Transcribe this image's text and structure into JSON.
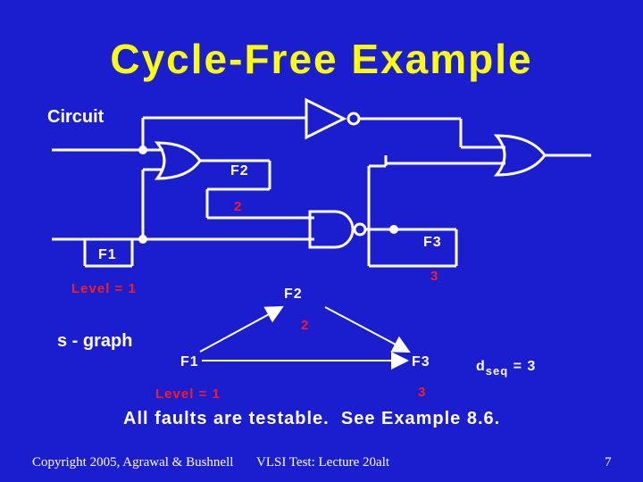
{
  "title": "Cycle-Free Example",
  "circuit_label": "Circuit",
  "circuit": {
    "ff_top": "F2",
    "ff_top_level": "2",
    "ff_left": "F1",
    "ff_right": "F3"
  },
  "sgraph": {
    "label": "s - graph",
    "level_note_top": "Level = 1",
    "node_top": "F2",
    "node_top_level": "2",
    "node_left": "F1",
    "node_right": "F3",
    "node_right_level_top": "3",
    "node_right_level_bottom": "3",
    "level_note_bottom": "Level = 1",
    "dseq_main": "d",
    "dseq_sub": "seq",
    "dseq_value": " = 3"
  },
  "statement": "All faults are testable.  See Example 8.6.",
  "footer": {
    "copyright": "Copyright 2005, Agrawal & Bushnell",
    "lecture": "VLSI Test: Lecture 20alt",
    "page": "7"
  },
  "colors": {
    "background": "#1a1ecf",
    "title": "#ffff00",
    "level_labels": "#ff1a1a",
    "lines": "#ffffff"
  }
}
